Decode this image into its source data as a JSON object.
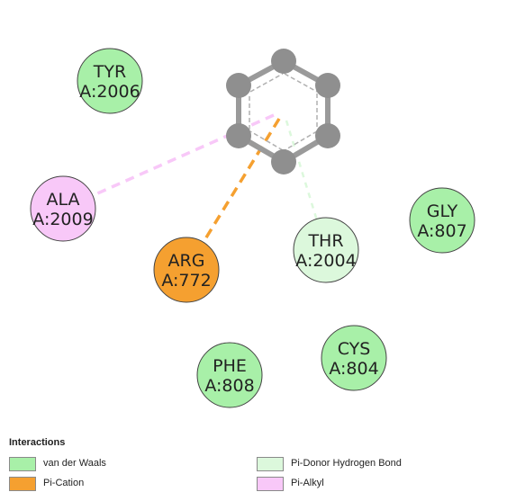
{
  "residues": [
    {
      "id": "tyr",
      "name": "TYR",
      "number": "A:2006",
      "type": "van der Waals"
    },
    {
      "id": "ala",
      "name": "ALA",
      "number": "A:2009",
      "type": "Pi-Alkyl"
    },
    {
      "id": "arg",
      "name": "ARG",
      "number": "A:772",
      "type": "Pi-Cation"
    },
    {
      "id": "thr",
      "name": "THR",
      "number": "A:2004",
      "type": "Pi-Donor Hydrogen Bond"
    },
    {
      "id": "gly",
      "name": "GLY",
      "number": "A:807",
      "type": "van der Waals"
    },
    {
      "id": "phe",
      "name": "PHE",
      "number": "A:808",
      "type": "van der Waals"
    },
    {
      "id": "cys",
      "name": "CYS",
      "number": "A:804",
      "type": "van der Waals"
    }
  ],
  "interaction_lines": [
    {
      "residue": "ala",
      "type": "Pi-Alkyl"
    },
    {
      "residue": "arg",
      "type": "Pi-Cation"
    },
    {
      "residue": "thr",
      "type": "Pi-Donor Hydrogen Bond"
    }
  ],
  "legend": {
    "title": "Interactions",
    "items": [
      {
        "label": "van der Waals",
        "color": "#a8f0a8"
      },
      {
        "label": "Pi-Cation",
        "color": "#f5a030"
      },
      {
        "label": "Pi-Donor Hydrogen Bond",
        "color": "#dcf8dc"
      },
      {
        "label": "Pi-Alkyl",
        "color": "#f8c8f8"
      }
    ]
  },
  "colors": {
    "van der Waals": "#a8f0a8",
    "Pi-Cation": "#f5a030",
    "Pi-Donor Hydrogen Bond": "#dcf8dc",
    "Pi-Alkyl": "#f8c8f8",
    "atom": "#8f8f8f",
    "bond": "#9a9a9a"
  }
}
